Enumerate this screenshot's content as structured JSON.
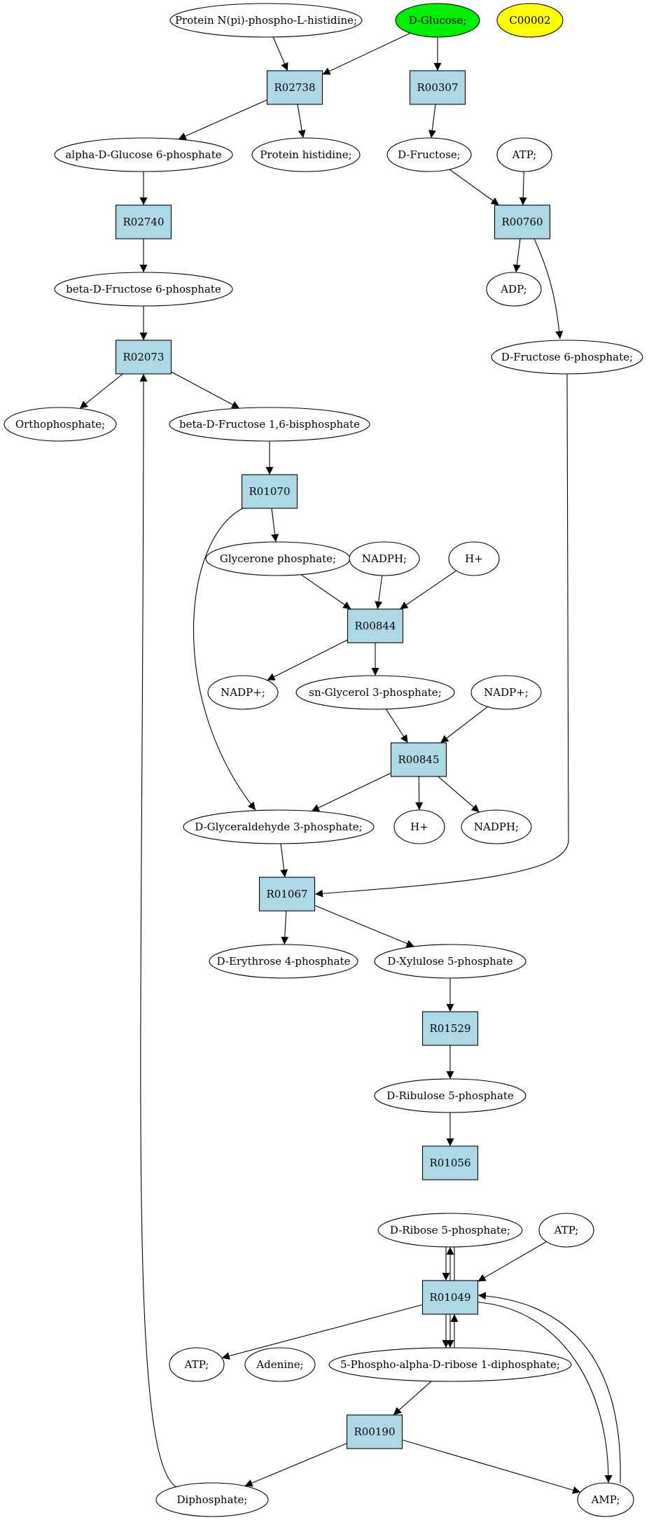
{
  "colors": {
    "reaction_fill": "#add8e6",
    "compound_fill": "#ffffff",
    "start_compound_fill": "#00ee00",
    "legend_compound_fill": "#ffff00"
  },
  "compounds": [
    {
      "id": "c_protein_np",
      "label": "Protein N(pi)-phospho-L-histidine;"
    },
    {
      "id": "c_glucose",
      "label": "D-Glucose;"
    },
    {
      "id": "c_c00002",
      "label": "C00002"
    },
    {
      "id": "c_ag6p",
      "label": "alpha-D-Glucose 6-phosphate"
    },
    {
      "id": "c_prot_his",
      "label": "Protein histidine;"
    },
    {
      "id": "c_fructose",
      "label": "D-Fructose;"
    },
    {
      "id": "c_atp1",
      "label": "ATP;"
    },
    {
      "id": "c_bf6p",
      "label": "beta-D-Fructose 6-phosphate"
    },
    {
      "id": "c_adp",
      "label": "ADP;"
    },
    {
      "id": "c_df6p",
      "label": "D-Fructose 6-phosphate;"
    },
    {
      "id": "c_ortho",
      "label": "Orthophosphate;"
    },
    {
      "id": "c_bf16bp",
      "label": "beta-D-Fructose 1,6-bisphosphate"
    },
    {
      "id": "c_glycerone",
      "label": "Glycerone phosphate;"
    },
    {
      "id": "c_nadph1",
      "label": "NADPH;"
    },
    {
      "id": "c_h1",
      "label": "H+"
    },
    {
      "id": "c_nadp1",
      "label": "NADP+;"
    },
    {
      "id": "c_sng3p",
      "label": "sn-Glycerol 3-phosphate;"
    },
    {
      "id": "c_nadp2",
      "label": "NADP+;"
    },
    {
      "id": "c_gap",
      "label": "D-Glyceraldehyde 3-phosphate;"
    },
    {
      "id": "c_h2",
      "label": "H+"
    },
    {
      "id": "c_nadph2",
      "label": "NADPH;"
    },
    {
      "id": "c_e4p",
      "label": "D-Erythrose 4-phosphate"
    },
    {
      "id": "c_xu5p",
      "label": "D-Xylulose 5-phosphate"
    },
    {
      "id": "c_ru5p",
      "label": "D-Ribulose 5-phosphate"
    },
    {
      "id": "c_r5p",
      "label": "D-Ribose 5-phosphate;"
    },
    {
      "id": "c_atp2",
      "label": "ATP;"
    },
    {
      "id": "c_atp3",
      "label": "ATP;"
    },
    {
      "id": "c_adenine",
      "label": "Adenine;"
    },
    {
      "id": "c_prpp",
      "label": "5-Phospho-alpha-D-ribose 1-diphosphate;"
    },
    {
      "id": "c_diphos",
      "label": "Diphosphate;"
    },
    {
      "id": "c_amp",
      "label": "AMP;"
    }
  ],
  "reactions": [
    {
      "id": "r_02738",
      "label": "R02738"
    },
    {
      "id": "r_00307",
      "label": "R00307"
    },
    {
      "id": "r_02740",
      "label": "R02740"
    },
    {
      "id": "r_00760",
      "label": "R00760"
    },
    {
      "id": "r_02073",
      "label": "R02073"
    },
    {
      "id": "r_01070",
      "label": "R01070"
    },
    {
      "id": "r_00844",
      "label": "R00844"
    },
    {
      "id": "r_00845",
      "label": "R00845"
    },
    {
      "id": "r_01067",
      "label": "R01067"
    },
    {
      "id": "r_01529",
      "label": "R01529"
    },
    {
      "id": "r_01056",
      "label": "R01056"
    },
    {
      "id": "r_01049",
      "label": "R01049"
    },
    {
      "id": "r_00190",
      "label": "R00190"
    }
  ],
  "edges": [
    {
      "from": "c_protein_np",
      "to": "r_02738"
    },
    {
      "from": "c_glucose",
      "to": "r_02738"
    },
    {
      "from": "c_glucose",
      "to": "r_00307"
    },
    {
      "from": "r_02738",
      "to": "c_ag6p"
    },
    {
      "from": "r_02738",
      "to": "c_prot_his"
    },
    {
      "from": "r_00307",
      "to": "c_fructose"
    },
    {
      "from": "c_ag6p",
      "to": "r_02740"
    },
    {
      "from": "c_fructose",
      "to": "r_00760"
    },
    {
      "from": "c_atp1",
      "to": "r_00760"
    },
    {
      "from": "r_02740",
      "to": "c_bf6p"
    },
    {
      "from": "r_00760",
      "to": "c_adp"
    },
    {
      "from": "r_00760",
      "to": "c_df6p"
    },
    {
      "from": "c_bf6p",
      "to": "r_02073"
    },
    {
      "from": "r_02073",
      "to": "c_ortho"
    },
    {
      "from": "r_02073",
      "to": "c_bf16bp"
    },
    {
      "from": "c_bf16bp",
      "to": "r_01070"
    },
    {
      "from": "r_01070",
      "to": "c_glycerone"
    },
    {
      "from": "r_01070",
      "to": "c_gap"
    },
    {
      "from": "c_glycerone",
      "to": "r_00844"
    },
    {
      "from": "c_nadph1",
      "to": "r_00844"
    },
    {
      "from": "c_h1",
      "to": "r_00844"
    },
    {
      "from": "r_00844",
      "to": "c_nadp1"
    },
    {
      "from": "r_00844",
      "to": "c_sng3p"
    },
    {
      "from": "c_sng3p",
      "to": "r_00845"
    },
    {
      "from": "c_nadp2",
      "to": "r_00845"
    },
    {
      "from": "r_00845",
      "to": "c_gap"
    },
    {
      "from": "r_00845",
      "to": "c_h2"
    },
    {
      "from": "r_00845",
      "to": "c_nadph2"
    },
    {
      "from": "c_gap",
      "to": "r_01067"
    },
    {
      "from": "c_df6p",
      "to": "r_01067"
    },
    {
      "from": "r_01067",
      "to": "c_e4p"
    },
    {
      "from": "r_01067",
      "to": "c_xu5p"
    },
    {
      "from": "c_xu5p",
      "to": "r_01529"
    },
    {
      "from": "r_01529",
      "to": "c_ru5p"
    },
    {
      "from": "c_ru5p",
      "to": "r_01056"
    },
    {
      "from": "r_01056",
      "to": "c_r5p"
    },
    {
      "from": "c_r5p",
      "to": "r_01049"
    },
    {
      "from": "r_01049",
      "to": "c_r5p"
    },
    {
      "from": "c_atp2",
      "to": "r_01049"
    },
    {
      "from": "r_01049",
      "to": "c_atp3"
    },
    {
      "from": "r_01049",
      "to": "c_prpp"
    },
    {
      "from": "c_prpp",
      "to": "r_01049"
    },
    {
      "from": "r_01049",
      "to": "c_amp"
    },
    {
      "from": "c_amp",
      "to": "r_01049"
    },
    {
      "from": "c_adenine",
      "to": "r_00190"
    },
    {
      "from": "c_prpp",
      "to": "r_00190"
    },
    {
      "from": "r_00190",
      "to": "c_diphos"
    },
    {
      "from": "r_00190",
      "to": "c_amp"
    },
    {
      "from": "c_diphos",
      "to": "r_02073"
    }
  ]
}
